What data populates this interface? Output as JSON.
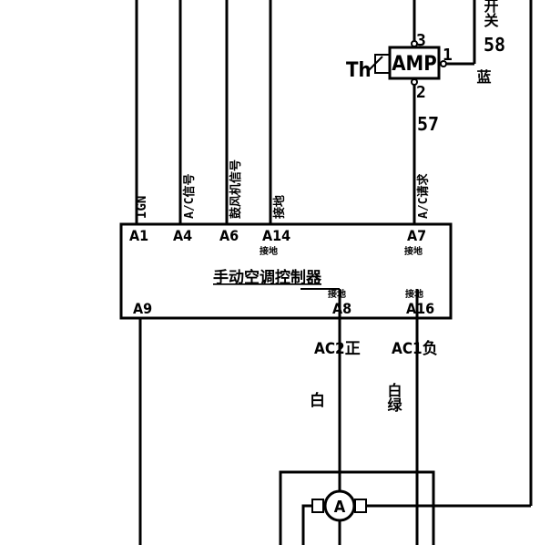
{
  "diagram": {
    "colors": {
      "line": "#000000",
      "background": "#ffffff"
    },
    "amplifier": {
      "label": "AMP",
      "thermistor_label": "Th",
      "pin_top": "3",
      "pin_right": "1",
      "pin_bottom": "2"
    },
    "wires": {
      "amp_out_number": "57",
      "right_side_number": "58",
      "right_side_top_text": "开关",
      "right_side_mid_text": "蓝"
    },
    "controller": {
      "name": "手动空调控制器",
      "top_signals": [
        {
          "pin": "A1",
          "signal": "IGN"
        },
        {
          "pin": "A4",
          "signal": "A/C信号"
        },
        {
          "pin": "A6",
          "signal": "鼓风机信号"
        },
        {
          "pin": "A14",
          "signal": "接地",
          "sub": "接地"
        },
        {
          "pin": "A7",
          "signal": "A/C请求",
          "sub": "接地"
        }
      ],
      "bottom_pins": [
        {
          "pin": "A9"
        },
        {
          "pin": "A8",
          "inner": "接地",
          "wire": "AC2正",
          "color_text": "白"
        },
        {
          "pin": "A16",
          "inner": "接地",
          "wire": "AC1负",
          "color_text": "白绿"
        }
      ]
    },
    "motor": {
      "symbol": "A"
    }
  }
}
